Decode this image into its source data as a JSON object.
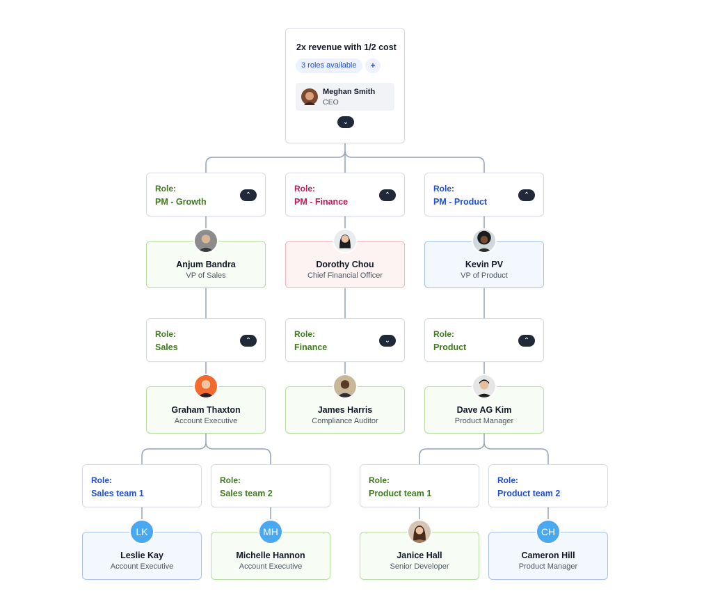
{
  "root": {
    "title": "2x revenue with 1/2 cost",
    "roles_available": "3 roles available",
    "add_symbol": "+",
    "owner": {
      "name": "Meghan Smith",
      "title": "CEO"
    },
    "toggle_icon": "chevron-down-icon"
  },
  "colors": {
    "connector": "#94a3b8",
    "green_text": "#3f7a1e",
    "red_text": "#c2185b",
    "blue_text": "#1d4ed8",
    "avatar_initials_bg": "#4aa8f0"
  },
  "role_label": "Role:",
  "roles": {
    "pm_growth": "PM - Growth",
    "pm_finance": "PM - Finance",
    "pm_product": "PM - Product",
    "sales": "Sales",
    "finance": "Finance",
    "product": "Product",
    "sales_team_1": "Sales team 1",
    "sales_team_2": "Sales team 2",
    "product_team_1": "Product team 1",
    "product_team_2": "Product team 2"
  },
  "people": {
    "anjum": {
      "name": "Anjum Bandra",
      "title": "VP of Sales"
    },
    "dorothy": {
      "name": "Dorothy Chou",
      "title": "Chief Financial Officer"
    },
    "kevin": {
      "name": "Kevin PV",
      "title": "VP of Product"
    },
    "graham": {
      "name": "Graham Thaxton",
      "title": "Account Executive"
    },
    "james": {
      "name": "James Harris",
      "title": "Compliance Auditor"
    },
    "dave": {
      "name": "Dave AG Kim",
      "title": "Product Manager"
    },
    "leslie": {
      "name": "Leslie Kay",
      "title": "Account Executive",
      "initials": "LK"
    },
    "michelle": {
      "name": "Michelle Hannon",
      "title": "Account Executive",
      "initials": "MH"
    },
    "janice": {
      "name": "Janice Hall",
      "title": "Senior Developer"
    },
    "cameron": {
      "name": "Cameron Hill",
      "title": "Product Manager",
      "initials": "CH"
    }
  }
}
